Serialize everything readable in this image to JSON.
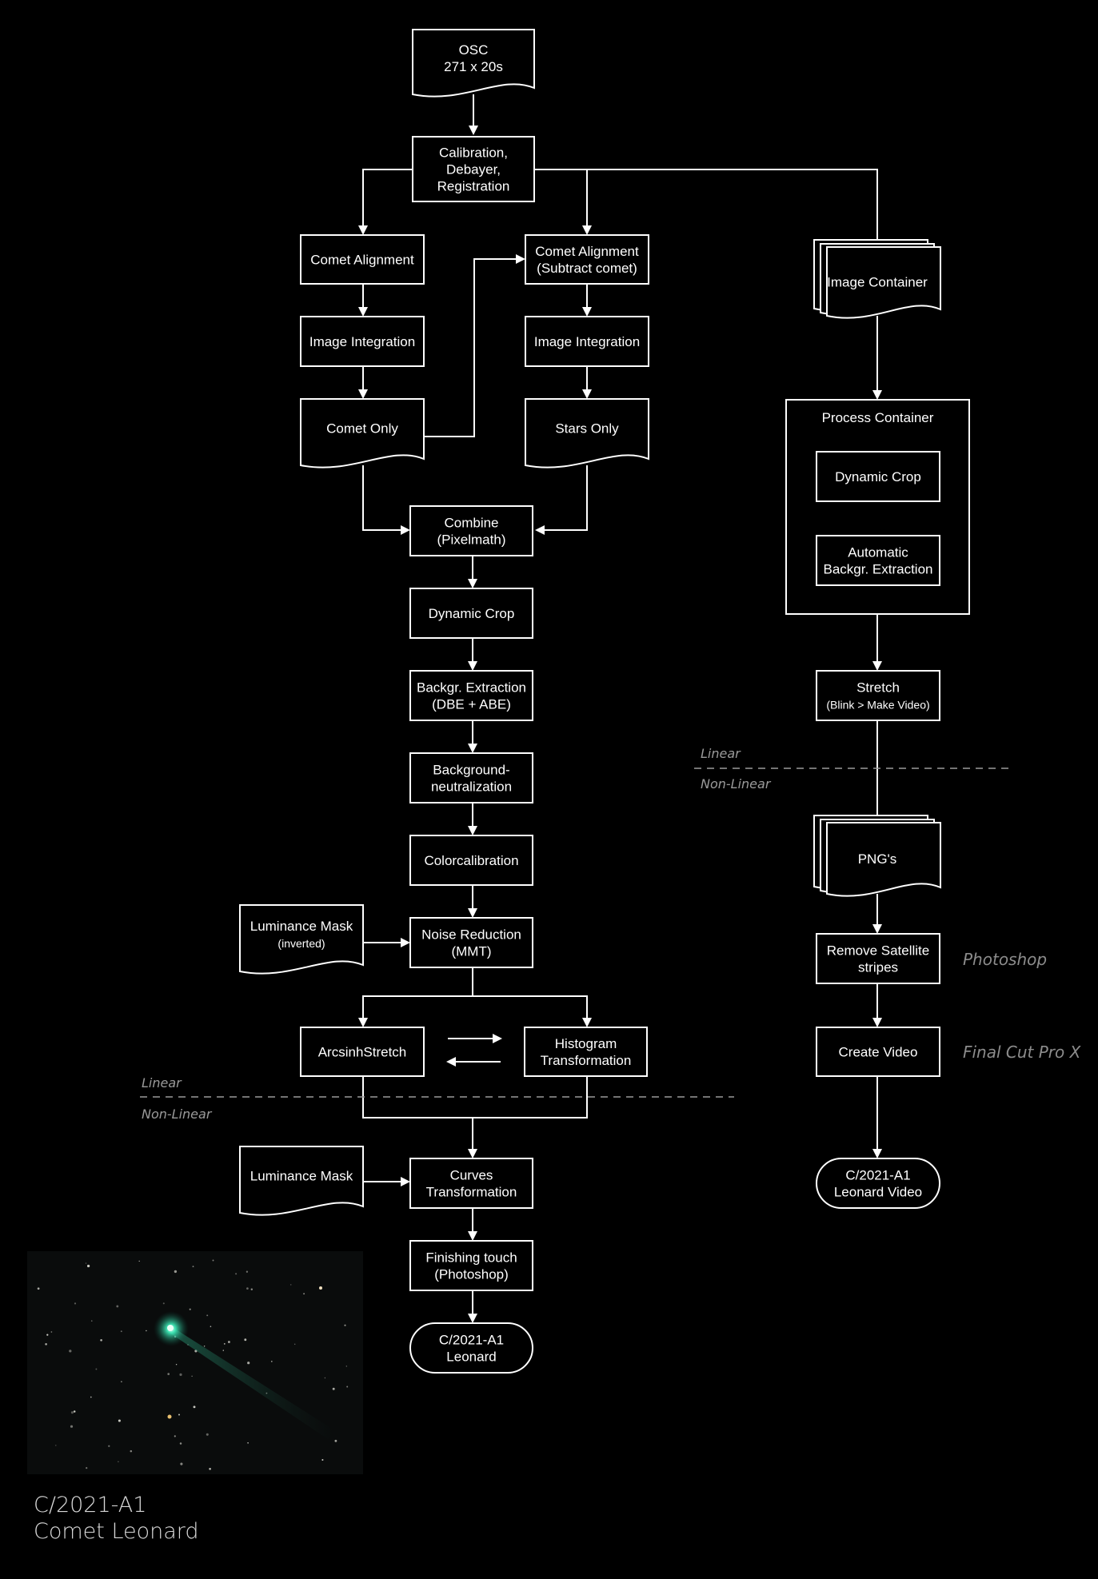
{
  "diagram": {
    "nodes": {
      "osc": {
        "lines": [
          "OSC",
          "271 x 20s"
        ]
      },
      "calibration": {
        "lines": [
          "Calibration,",
          "Debayer,",
          "Registration"
        ]
      },
      "comet_alignment": {
        "lines": [
          "Comet Alignment"
        ]
      },
      "comet_alignment_sub": {
        "lines": [
          "Comet Alignment",
          "(Subtract comet)"
        ]
      },
      "image_container": {
        "lines": [
          "Image Container"
        ]
      },
      "integration_left": {
        "lines": [
          "Image Integration"
        ]
      },
      "integration_right": {
        "lines": [
          "Image Integration"
        ]
      },
      "comet_only": {
        "lines": [
          "Comet Only"
        ]
      },
      "stars_only": {
        "lines": [
          "Stars Only"
        ]
      },
      "process_container": {
        "lines": [
          "Process Container"
        ]
      },
      "pc_dynamic_crop": {
        "lines": [
          "Dynamic Crop"
        ]
      },
      "pc_abe": {
        "lines": [
          "Automatic",
          "Backgr. Extraction"
        ]
      },
      "combine": {
        "lines": [
          "Combine",
          "(Pixelmath)"
        ]
      },
      "dynamic_crop": {
        "lines": [
          "Dynamic Crop"
        ]
      },
      "backgr_extraction": {
        "lines": [
          "Backgr. Extraction",
          "(DBE + ABE)"
        ]
      },
      "stretch": {
        "lines": [
          "Stretch",
          "(Blink > Make Video)"
        ]
      },
      "bg_neutralization": {
        "lines": [
          "Background-",
          "neutralization"
        ]
      },
      "pngs": {
        "lines": [
          "PNG's"
        ]
      },
      "colorcalibration": {
        "lines": [
          "Colorcalibration"
        ]
      },
      "lum_mask_inv": {
        "lines": [
          "Luminance Mask",
          "(inverted)"
        ]
      },
      "noise_reduction": {
        "lines": [
          "Noise Reduction",
          "(MMT)"
        ]
      },
      "remove_satellite": {
        "lines": [
          "Remove Satellite",
          "stripes"
        ]
      },
      "arcsinh": {
        "lines": [
          "ArcsinhStretch"
        ]
      },
      "histogram": {
        "lines": [
          "Histogram",
          "Transformation"
        ]
      },
      "create_video": {
        "lines": [
          "Create Video"
        ]
      },
      "lum_mask": {
        "lines": [
          "Luminance Mask"
        ]
      },
      "curves": {
        "lines": [
          "Curves",
          "Transformation"
        ]
      },
      "leonard_video": {
        "lines": [
          "C/2021-A1",
          "Leonard Video"
        ]
      },
      "finishing": {
        "lines": [
          "Finishing touch",
          "(Photoshop)"
        ]
      },
      "leonard": {
        "lines": [
          "C/2021-A1",
          "Leonard"
        ]
      }
    },
    "separators": {
      "left": {
        "top_label": "Linear",
        "bottom_label": "Non-Linear"
      },
      "right": {
        "top_label": "Linear",
        "bottom_label": "Non-Linear"
      }
    },
    "tool_labels": {
      "photoshop": "Photoshop",
      "final_cut": "Final Cut Pro X"
    }
  },
  "caption": {
    "line1": "C/2021-A1",
    "line2": "Comet Leonard"
  },
  "colors": {
    "background": "#000000",
    "stroke": "#ffffff",
    "comet": "#2fe0b0"
  }
}
